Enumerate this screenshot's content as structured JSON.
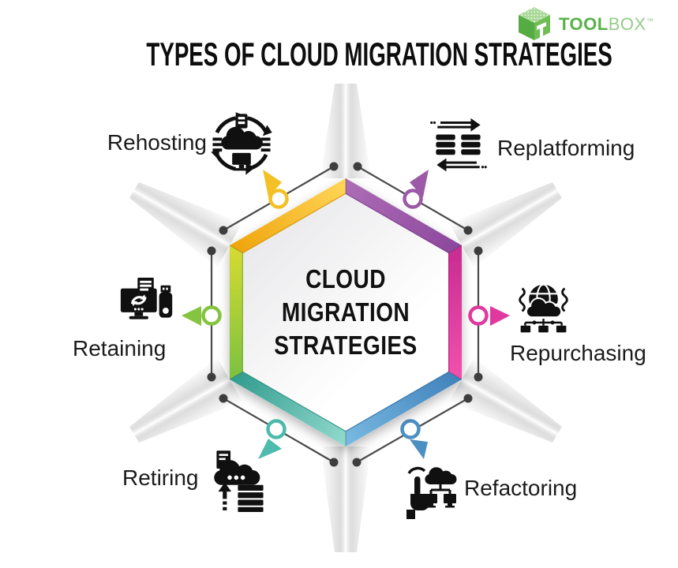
{
  "header": {
    "title": "TYPES OF CLOUD MIGRATION STRATEGIES"
  },
  "brand": {
    "bold": "TOOL",
    "light": "BOX",
    "trademark": "™"
  },
  "center": {
    "line1": "CLOUD",
    "line2": "MIGRATION",
    "line3": "STRATEGIES"
  },
  "spokes": [
    {
      "label": "Rehosting",
      "position": "top-left",
      "color": "#F6BB1B",
      "icon": "cloud-sync-devices-icon"
    },
    {
      "label": "Replatforming",
      "position": "top-right",
      "color": "#9C59A8",
      "icon": "server-stacks-transfer-icon"
    },
    {
      "label": "Repurchasing",
      "position": "right",
      "color": "#E0399E",
      "icon": "globe-cloud-network-icon"
    },
    {
      "label": "Refactoring",
      "position": "bottom-right",
      "color": "#4C8FC3",
      "icon": "hand-tap-cloud-monitors-icon"
    },
    {
      "label": "Retiring",
      "position": "bottom-left",
      "color": "#4DBBAD",
      "icon": "cloud-upload-server-icon"
    },
    {
      "label": "Retaining",
      "position": "left",
      "color": "#85C441",
      "icon": "monitor-sync-usb-icon"
    }
  ]
}
